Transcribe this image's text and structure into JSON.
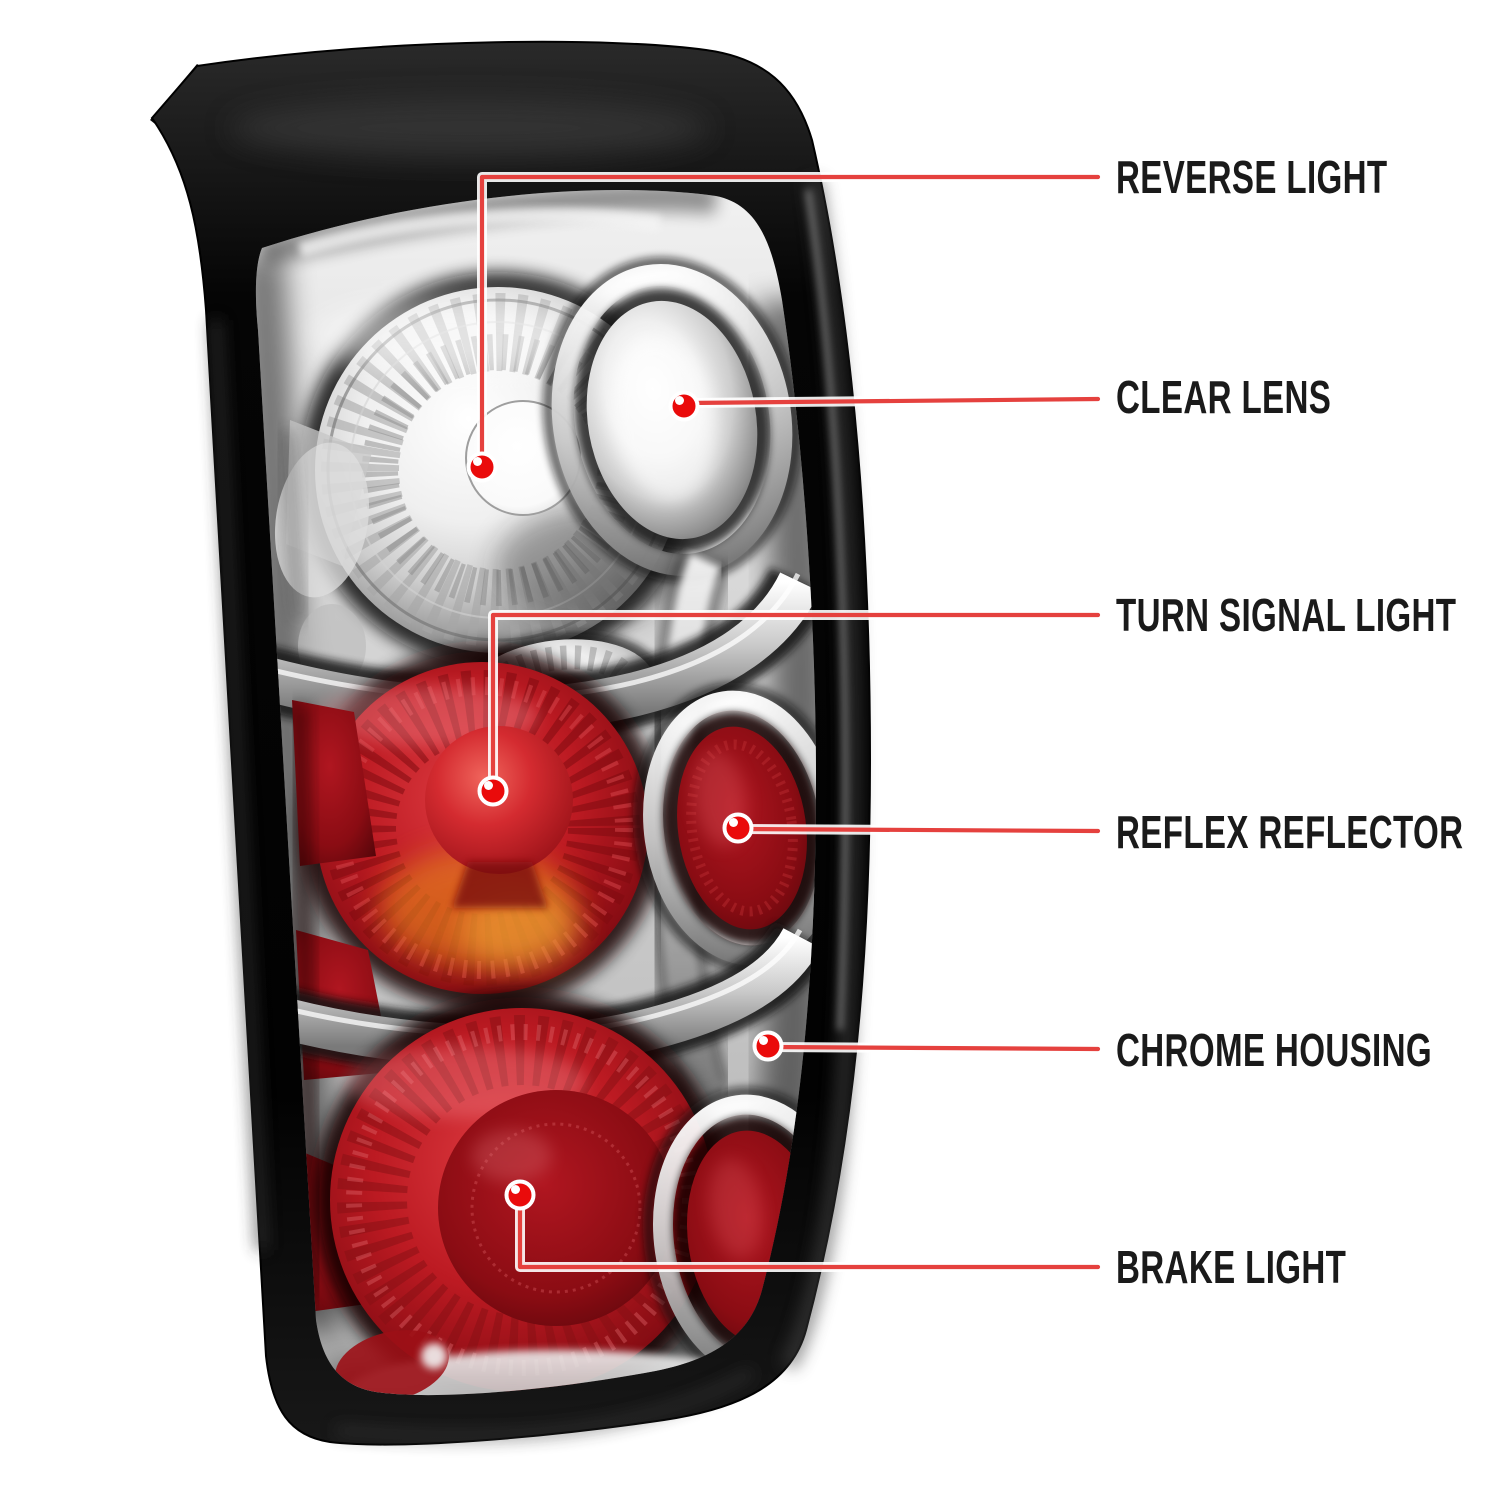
{
  "diagram": {
    "type": "annotated-product-callout-diagram",
    "subject": "chrome-housing-clear-lens-truck-tail-light",
    "background": "#ffffff",
    "callouts": [
      {
        "id": "reverse-light",
        "label": "REVERSE LIGHT"
      },
      {
        "id": "clear-lens",
        "label": "CLEAR LENS"
      },
      {
        "id": "turn-signal-light",
        "label": "TURN SIGNAL LIGHT"
      },
      {
        "id": "reflex-reflector",
        "label": "REFLEX REFLECTOR"
      },
      {
        "id": "chrome-housing",
        "label": "CHROME HOUSING"
      },
      {
        "id": "brake-light",
        "label": "BRAKE LIGHT"
      }
    ],
    "colors": {
      "callout_line": "#e5413e",
      "marker_fill": "#ea0b0b",
      "marker_ring": "#ffffff",
      "label_text": "#1a1a1a",
      "housing_black": "#0a0a0a",
      "chrome_light": "#ececec",
      "lens_red": "#b8161d"
    }
  }
}
